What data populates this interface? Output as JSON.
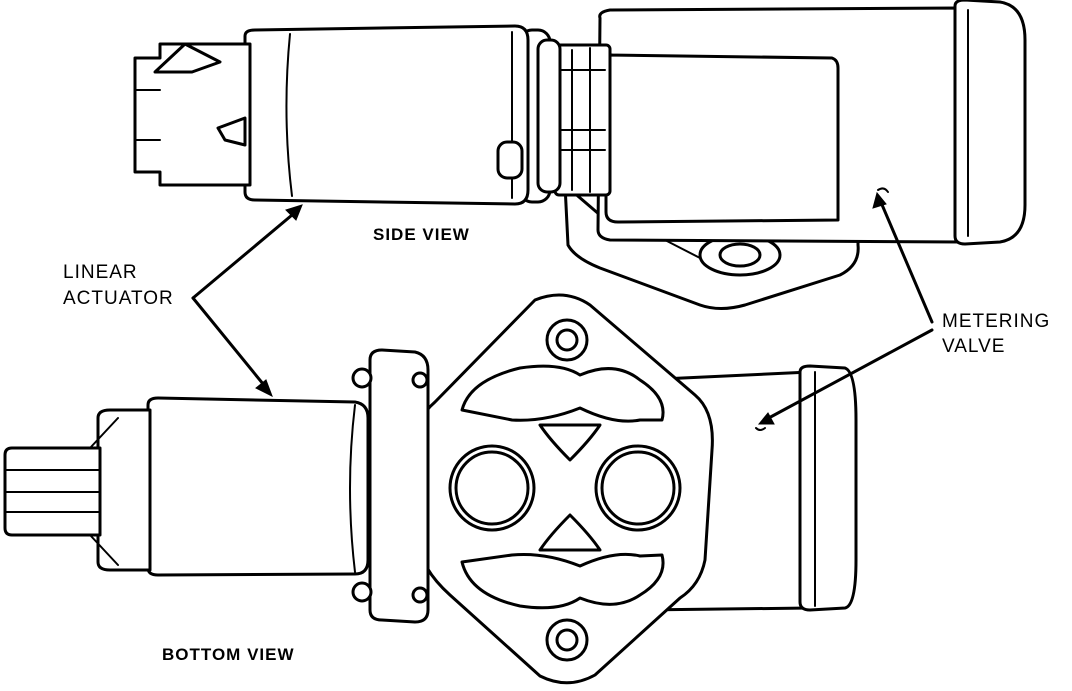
{
  "labels": {
    "side_view": "SIDE VIEW",
    "bottom_view": "BOTTOM VIEW",
    "linear_actuator_line1": "LINEAR",
    "linear_actuator_line2": "ACTUATOR",
    "metering_valve_line1": "METERING",
    "metering_valve_line2": "VALVE"
  },
  "colors": {
    "ink": "#000000",
    "paper": "#ffffff"
  }
}
